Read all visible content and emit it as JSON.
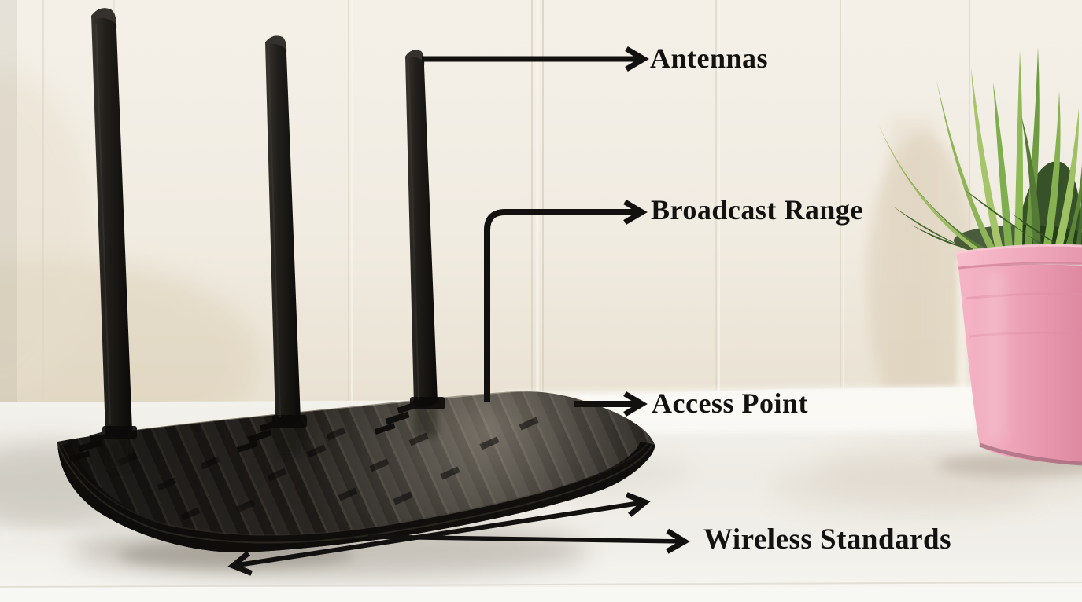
{
  "diagram": {
    "type": "annotated-photo",
    "subject": "Wireless router parts",
    "labels": [
      {
        "id": "antennas",
        "text": "Antennas"
      },
      {
        "id": "broadcast-range",
        "text": "Broadcast Range"
      },
      {
        "id": "access-point",
        "text": "Access Point"
      },
      {
        "id": "wireless-standards",
        "text": "Wireless Standards"
      }
    ]
  },
  "scene": {
    "objects": [
      "router",
      "antenna-x3",
      "plant-pot",
      "grass-plant",
      "table",
      "panel-wall"
    ],
    "antenna_count": 3
  },
  "colors": {
    "annotation": "#121110",
    "wall": "#f1ece3",
    "table": "#f2f0ea",
    "router_black": "#1c1916",
    "pot_pink": "#eea4b9",
    "grass_green": "#8db457"
  }
}
